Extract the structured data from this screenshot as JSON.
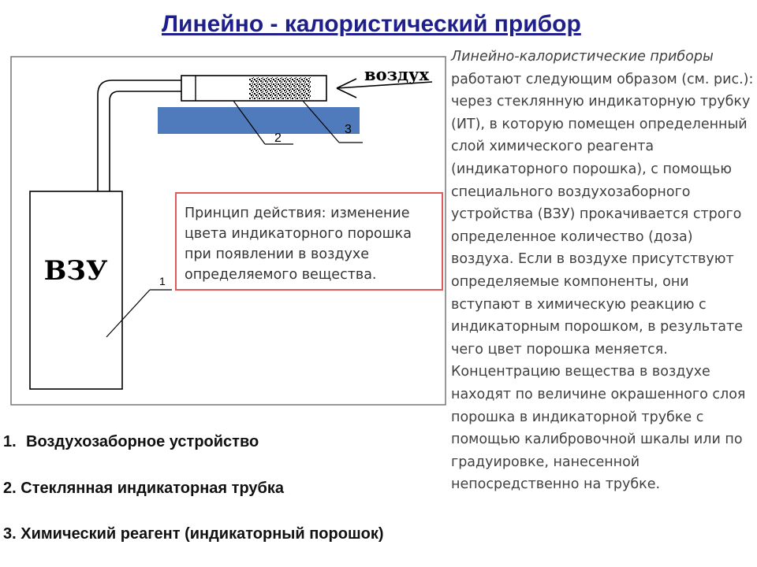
{
  "title": "Линейно - калористический прибор",
  "diagram": {
    "device_label": "ВЗУ",
    "air_label": "воздух",
    "callouts": [
      "1",
      "2",
      "3"
    ],
    "principle": "Принцип действия: изменение цвета индикаторного порошка при появлении в воздухе определяемого вещества.",
    "colors": {
      "reagent_bar": "#4f7abb",
      "principle_border": "#e05a5a",
      "title": "#1f1f8c"
    }
  },
  "description": {
    "intro": "Линейно-калористические приборы",
    "body": "работают следующим образом (см. рис.): через стеклянную индикаторную трубку (ИТ), в которую помещен определенный слой химического реагента (индикаторного порошка), с помощью специального воздухозаборного устройства (ВЗУ) прокачивается строго определенное количество (доза) воздуха. Если в воздухе присутствуют определяемые компоненты, они вступают в химическую реакцию с индикаторным порошком, в результате чего цвет порошка меняется. Концентрацию вещества в воздухе находят по величине окрашенного слоя порошка в индикаторной трубке с помощью калибровочной шкалы или по градуировке, нанесенной непосредственно на трубке."
  },
  "legend": [
    {
      "number": "1.",
      "text": "Воздухозаборное устройство"
    },
    {
      "number": "2.",
      "text": "Стеклянная индикаторная трубка"
    },
    {
      "number": "3.",
      "text": "Химический реагент (индикаторный порошок)"
    }
  ]
}
